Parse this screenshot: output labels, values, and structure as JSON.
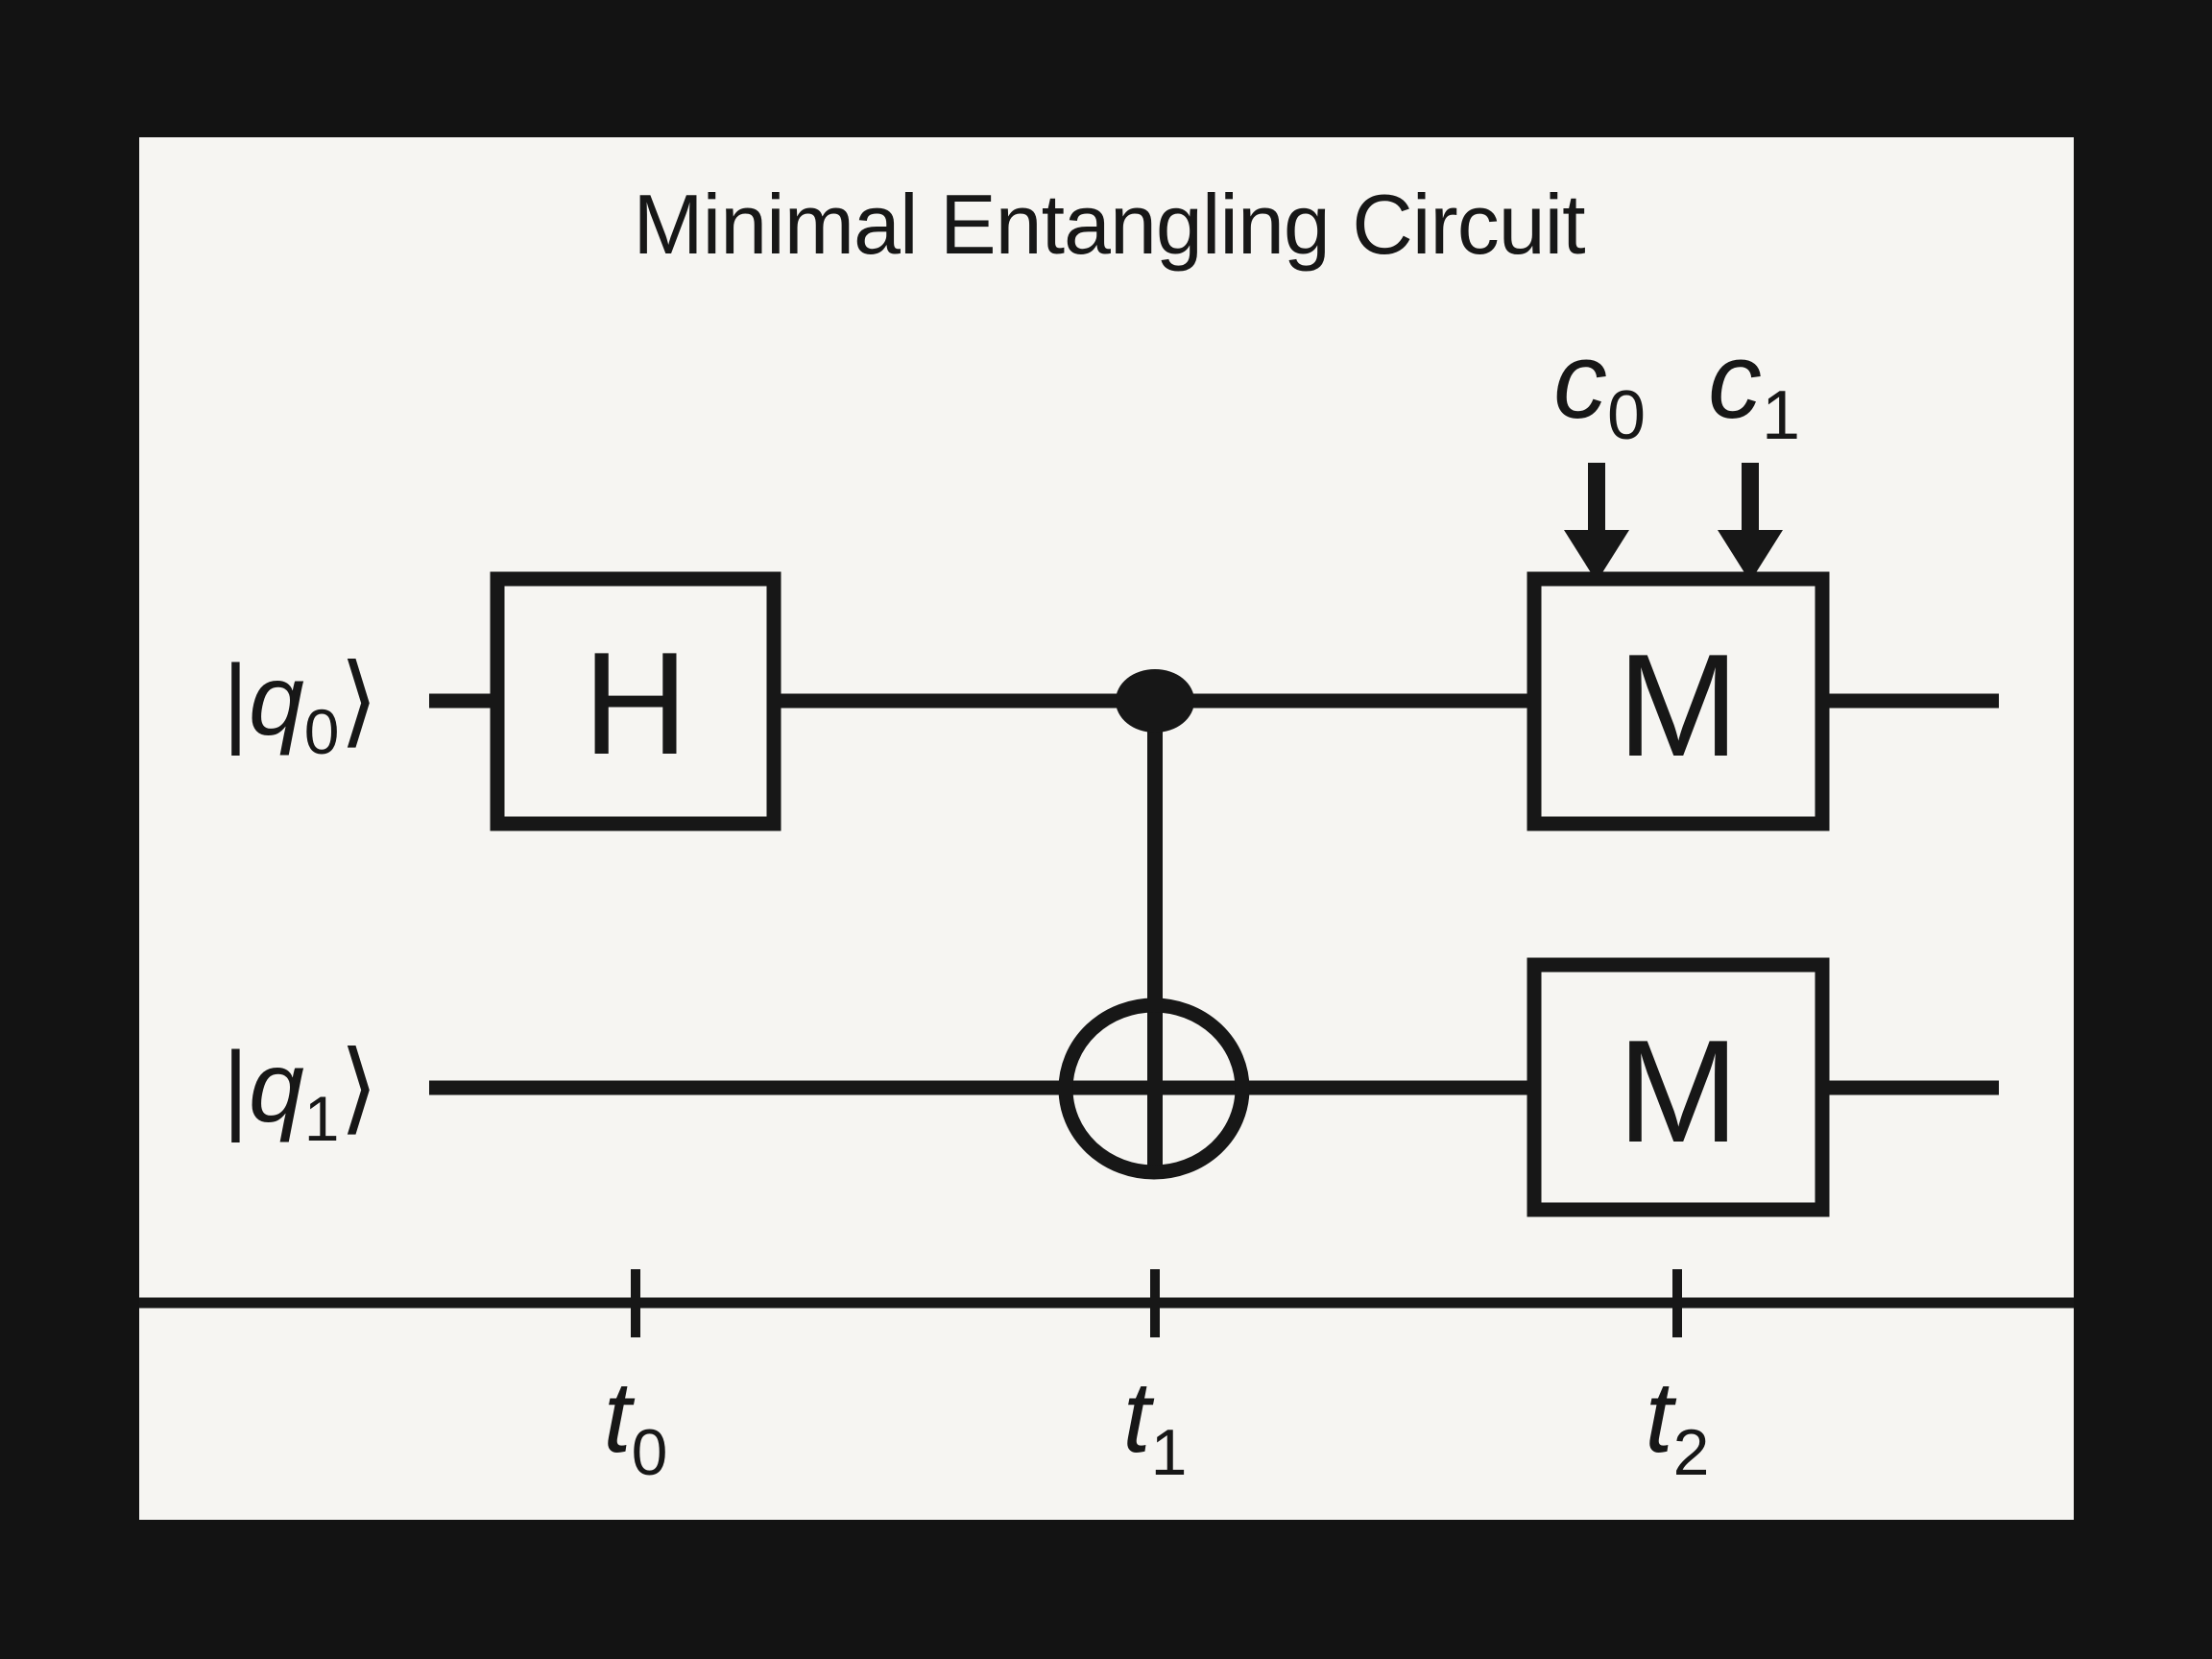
{
  "title": "Minimal Entangling Circuit",
  "colors": {
    "canvas": "#131313",
    "panel": "#f6f5f2",
    "ink": "#171717"
  },
  "qubit_labels": [
    {
      "bra": "|",
      "letter": "q",
      "sub": "0",
      "ket": "⟩"
    },
    {
      "bra": "|",
      "letter": "q",
      "sub": "1",
      "ket": "⟩"
    }
  ],
  "gates": {
    "hadamard_label": "H",
    "measure_q0_label": "M",
    "measure_q1_label": "M"
  },
  "classical_bits": [
    {
      "letter": "c",
      "sub": "0"
    },
    {
      "letter": "c",
      "sub": "1"
    }
  ],
  "time_axis": [
    {
      "letter": "t",
      "sub": "0"
    },
    {
      "letter": "t",
      "sub": "1"
    },
    {
      "letter": "t",
      "sub": "2"
    }
  ],
  "structure": {
    "qubits": 2,
    "operations": [
      "H on q0 at t0",
      "CNOT control q0 target q1 at t1",
      "M on q0 at t2 with classical outputs c0 c1",
      "M on q1 at t2"
    ]
  }
}
